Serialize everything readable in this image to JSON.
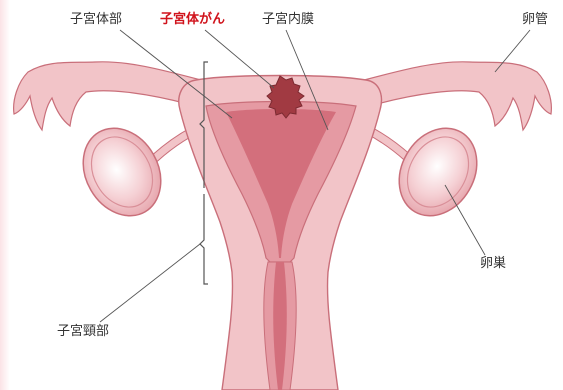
{
  "labels": {
    "uterine_body": "子宮体部",
    "uterine_cancer": "子宮体がん",
    "endometrium": "子宮内膜",
    "fallopian_tube": "卵管",
    "ovary": "卵巣",
    "cervix": "子宮頸部"
  },
  "colors": {
    "tissue": "#f2c4c8",
    "tissue_outline": "#c96f7a",
    "cavity": "#e59aa3",
    "cavity_inner": "#d36f7c",
    "tumor": "#a13a42",
    "highlight_text": "#d0131c",
    "text": "#333333"
  }
}
